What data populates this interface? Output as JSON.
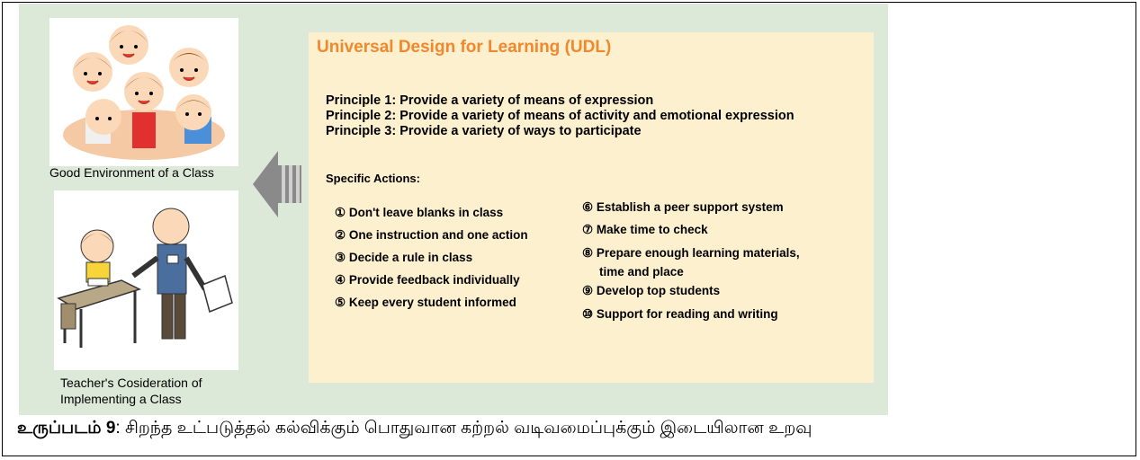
{
  "figure": {
    "caption_label": "உருப்படம் 9",
    "caption_text": ": சிறந்த உட்படுத்தல் கல்விக்கும் பொதுவான கற்றல் வடிவமைப்புக்கும் இடையிலான உறவு"
  },
  "images": {
    "class_caption": "Good Environment of a Class",
    "teacher_caption_line1": "Teacher's Cosideration of",
    "teacher_caption_line2": "Implementing a Class"
  },
  "udl": {
    "title": "Universal Design for Learning (UDL)",
    "principles": [
      "Principle 1: Provide a variety of means of expression",
      "Principle 2: Provide a variety of means of activity and emotional expression",
      "Principle 3: Provide a variety of ways to participate"
    ],
    "specific_title": "Specific Actions:",
    "actions_left": [
      "① Don't leave blanks in class",
      "② One instruction and one action",
      "③ Decide a rule in class",
      "④ Provide feedback individually",
      "⑤ Keep every student informed"
    ],
    "actions_right": [
      "⑥ Establish a peer support system",
      "⑦ Make time to check",
      "⑧ Prepare enough learning materials,",
      "time and place",
      "⑨ Develop top students",
      "⑩ Support for reading and writing"
    ]
  },
  "colors": {
    "panel_green": "#dde9d8",
    "udl_box": "#fdf0cf",
    "title_orange": "#f0882e",
    "arrow_gray": "#8a8a8a"
  }
}
